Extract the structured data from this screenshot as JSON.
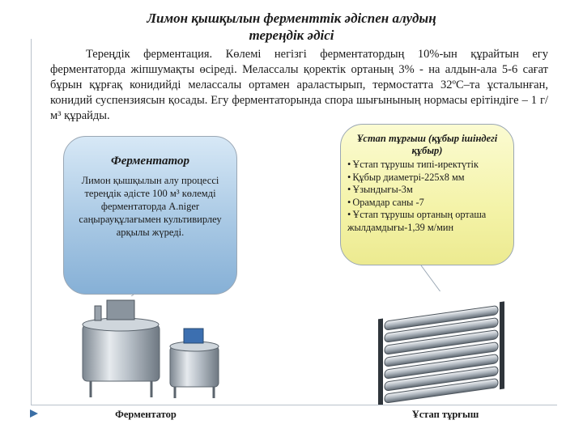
{
  "title_line1": "Лимон қышқылын ферменттік әдіспен алудың",
  "title_line2": "тереңдік әдісі",
  "intro": "Тереңдік ферментация. Көлемі негізгі ферментатордың 10%-ын құрайтын егу ферментаторда жіпшумақты өсіреді. Мелассалы қоректік ортаның  3% - на алдын-ала 5-6 сағат бұрын құрғақ конидийді мелассалы ортамен араластырып, термостатта 32ºС–та ұсталынған, конидий суспензиясын қосады. Егу ферментаторында спора шығынының нормасы ерітіндіге – 1 г/м³ құрайды.",
  "fermenter_card": {
    "title": "Ферментатор",
    "body": "Лимон қышқылын алу процессі тереңдік әдісте 100 м³ көлемді ферментаторда A.niger саңырауқұлағымен культивирлеу арқылы жүреді."
  },
  "holder_card": {
    "title": "Ұстап тұрғыш (құбыр ішіндегі құбыр)",
    "items": [
      "Ұстап тұрушы типі-иректүтік",
      "Құбыр диаметрі-225х8 мм",
      "Ұзындығы-3м",
      "Орамдар саны -7",
      "Ұстап тұрушы ортаның орташа жылдамдығы-1,39 м/мин"
    ]
  },
  "captions": {
    "left": "Ферментатор",
    "right": "Ұстап тұрғыш"
  },
  "colors": {
    "blue_card": "#a8c8e4",
    "yellow_card": "#f4f3a8",
    "arrow": "#3a6ea5"
  }
}
